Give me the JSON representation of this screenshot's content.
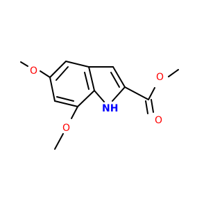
{
  "molecule": {
    "atoms": [
      {
        "id": "o5",
        "symbol": "O",
        "label": "O",
        "color": "#ff0000"
      },
      {
        "id": "o7",
        "symbol": "O",
        "label": "O",
        "color": "#ff0000"
      },
      {
        "id": "o-ester",
        "symbol": "O",
        "label": "O",
        "color": "#ff0000"
      },
      {
        "id": "o-carbonyl",
        "symbol": "O",
        "label": "O",
        "color": "#ff0000"
      },
      {
        "id": "n1",
        "symbol": "N",
        "label": "H",
        "color": "#0000ff"
      }
    ],
    "colors": {
      "bond": "#000000",
      "oxygen": "#ff0000",
      "nitrogen": "#0000ff"
    }
  }
}
